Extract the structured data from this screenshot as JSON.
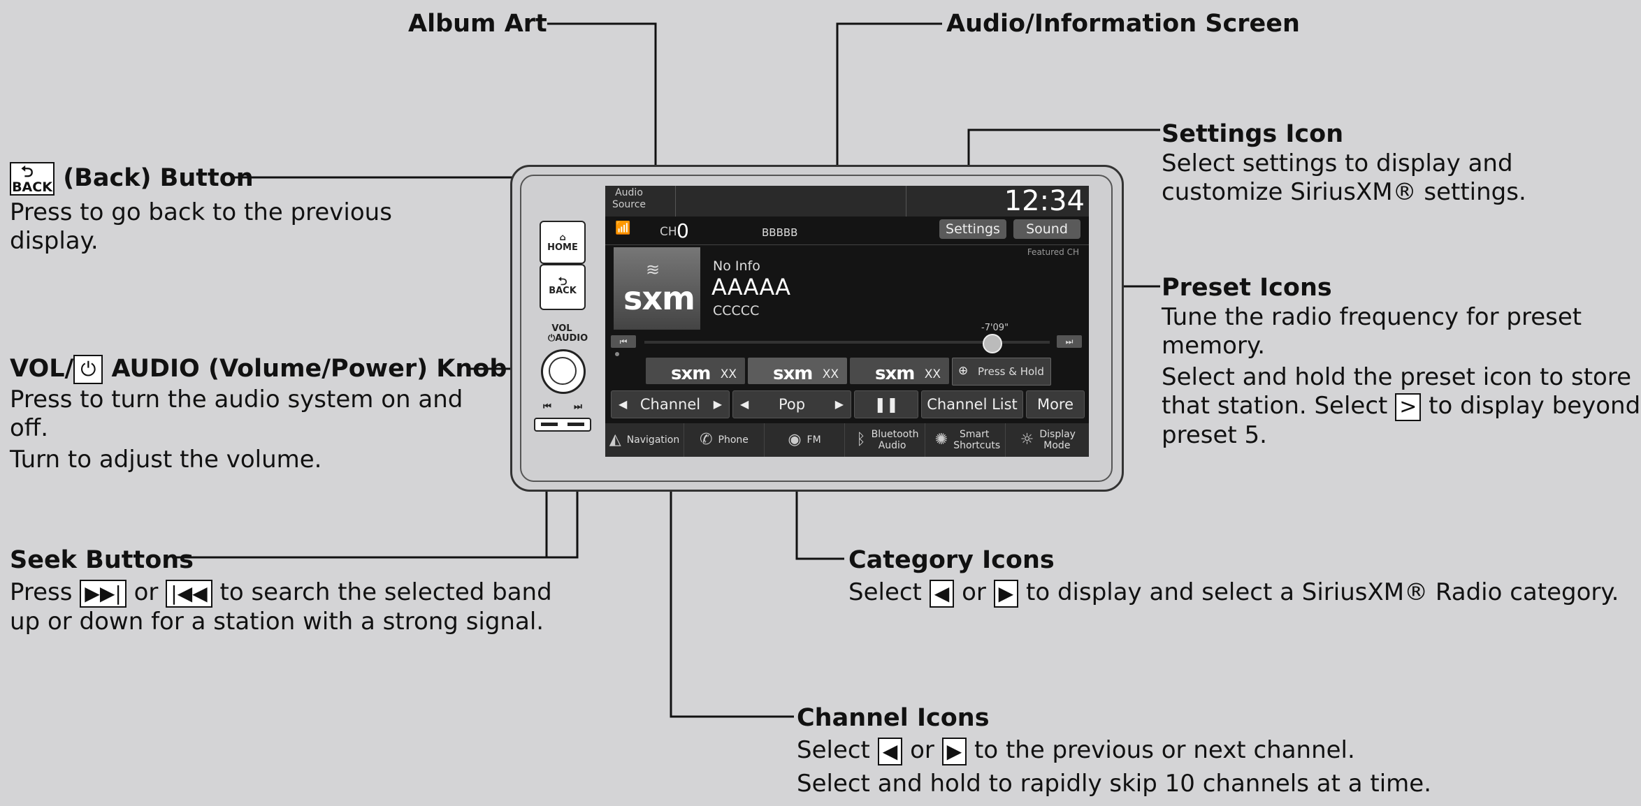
{
  "labels": {
    "album_art": "Album Art",
    "audio_screen": "Audio/Information Screen",
    "settings": {
      "title": "Settings Icon",
      "desc": [
        "Select settings to display and",
        "customize SiriusXM® settings."
      ]
    },
    "back": {
      "key": "BACK",
      "title": "(Back) Button",
      "desc": [
        "Press to go back to the previous",
        "display."
      ]
    },
    "preset": {
      "title": "Preset Icons",
      "desc": [
        "Tune the radio frequency for preset",
        "memory.",
        "Select and hold the preset icon to store",
        "that station. Select",
        "to display beyond",
        "preset 5."
      ],
      "key": ">"
    },
    "vol": {
      "prefix": "VOL/",
      "suffix": " AUDIO (Volume/Power) Knob",
      "desc": [
        "Press to turn the audio system on and",
        "off.",
        "Turn to adjust the volume."
      ]
    },
    "seek": {
      "title": "Seek Buttons",
      "desc": [
        "Press",
        "or",
        "to search the selected band",
        "up or down for a station with a strong signal."
      ]
    },
    "category": {
      "title": "Category Icons",
      "desc": [
        "Select",
        "or",
        "to display and select a SiriusXM® Radio category."
      ]
    },
    "channel": {
      "title": "Channel Icons",
      "desc": [
        "Select",
        "or",
        "to the previous or next channel.",
        "Select and hold to rapidly skip 10 channels at a time."
      ]
    }
  },
  "device": {
    "home": "HOME",
    "back": "BACK",
    "vol": "VOL",
    "audio": "AUDIO",
    "seek_prev": "⏮",
    "seek_next": "⏭"
  },
  "screen": {
    "audio_source": [
      "Audio",
      "Source"
    ],
    "clock": "12:34",
    "ch_label": "CH",
    "ch_num": "0",
    "code": "BBBBB",
    "settings": "Settings",
    "sound": "Sound",
    "featured": "Featured CH",
    "no_info": "No Info",
    "artist": "AAAAA",
    "song": "CCCCC",
    "time": "-7'09\"",
    "logo": "sxm",
    "preset_xx": "XX",
    "press_hold": "Press & Hold",
    "channel": "Channel",
    "pop": "Pop",
    "channel_list": "Channel List",
    "more": "More",
    "nav": [
      "Navigation",
      "Phone",
      "FM",
      "Bluetooth Audio",
      "Smart Shortcuts",
      "Display Mode"
    ]
  }
}
